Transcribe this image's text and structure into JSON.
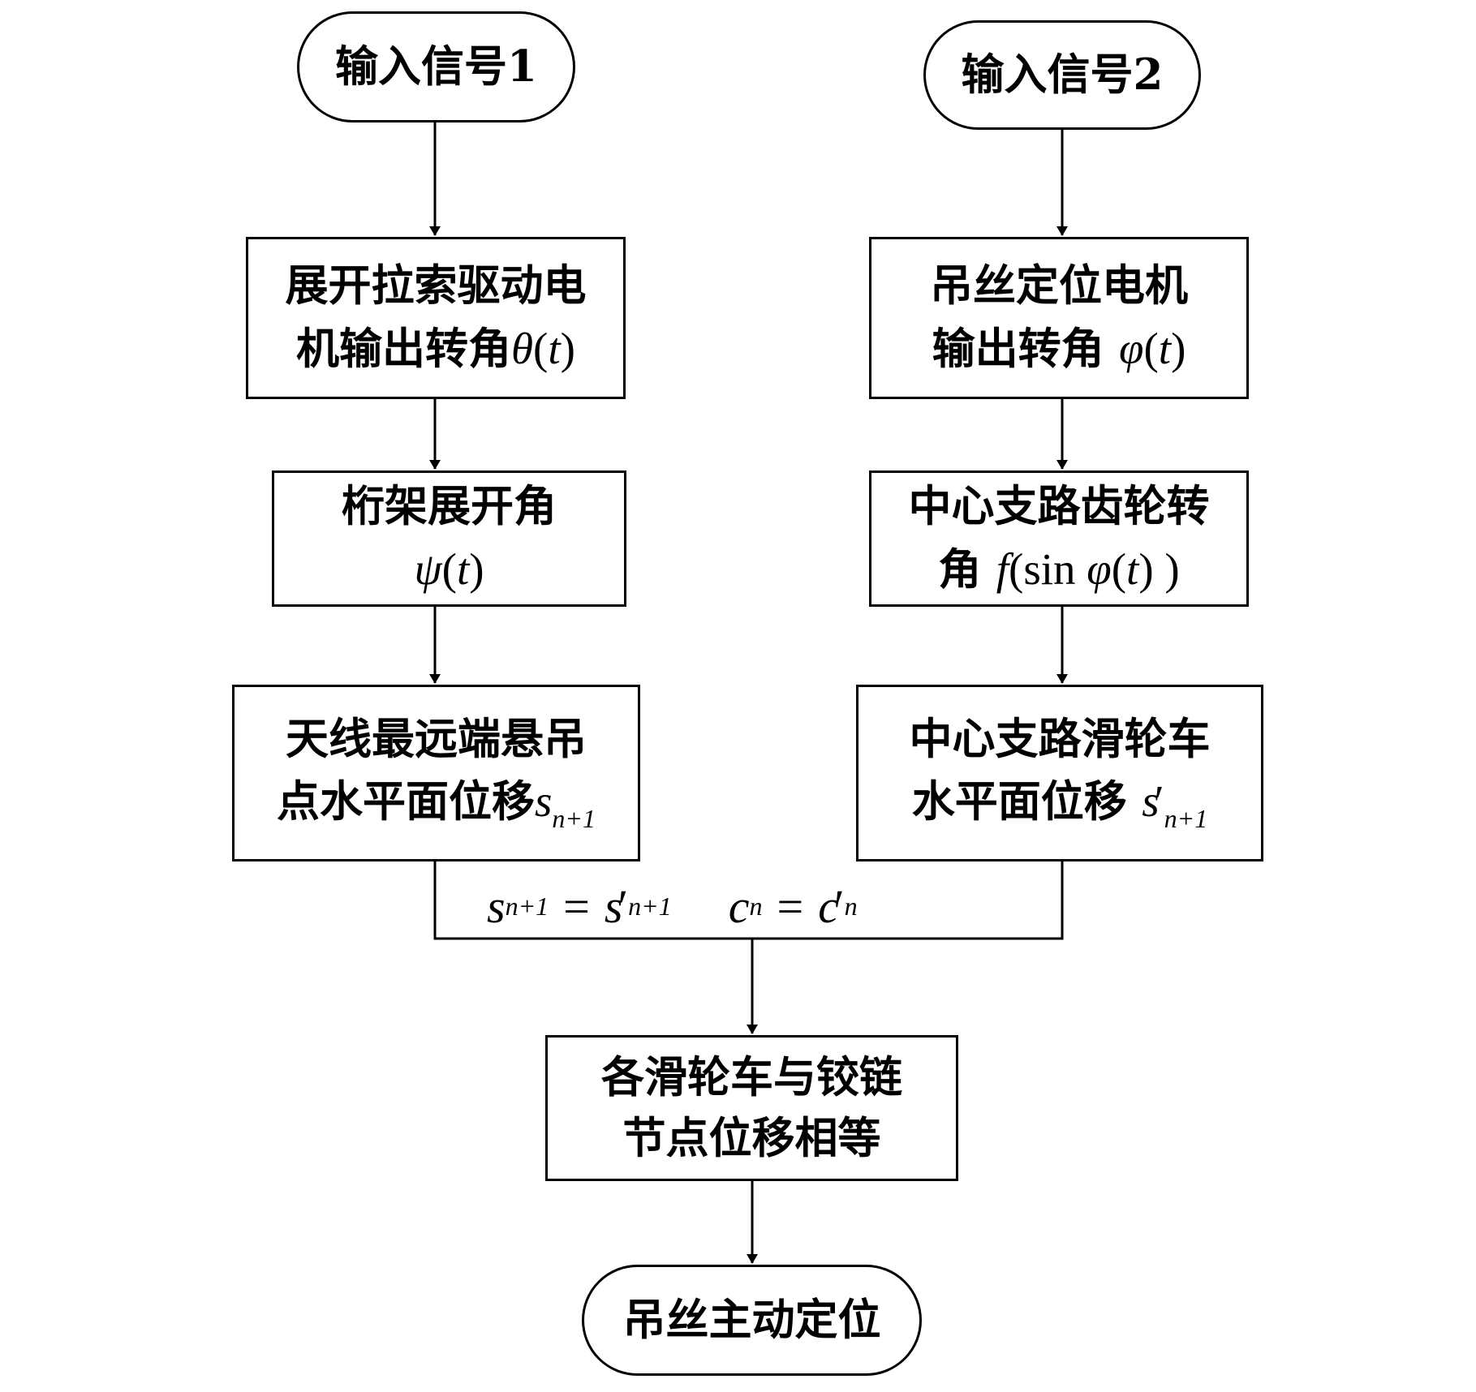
{
  "nodes": {
    "input1": {
      "text": "输入信号1"
    },
    "input2": {
      "text": "输入信号2"
    },
    "motor1": {
      "line1": "展开拉索驱动电",
      "line2": "机输出转角",
      "var": "θ",
      "arg": "t"
    },
    "motor2": {
      "line1": "吊丝定位电机",
      "line2": "输出转角",
      "var": "φ",
      "arg": "t"
    },
    "truss": {
      "line1": "桁架展开角",
      "var": "ψ",
      "arg": "t"
    },
    "gear": {
      "line1": "中心支路齿轮转",
      "line2": "角",
      "func": "f",
      "sin": "sin",
      "var": "φ",
      "arg": "t"
    },
    "far_point": {
      "line1": "天线最远端悬吊",
      "line2": "点水平面位移",
      "var": "s",
      "sub": "n+1"
    },
    "pulley": {
      "line1": "中心支路滑轮车",
      "line2": "水平面位移",
      "var": "s",
      "prime": "′",
      "sub": "n+1"
    },
    "equal": {
      "line1": "各滑轮车与铰链",
      "line2": "节点位移相等"
    },
    "final": {
      "text": "吊丝主动定位"
    }
  },
  "equation": {
    "left_var": "s",
    "left_sub": "n+1",
    "eq": "=",
    "right_var": "s",
    "right_prime": "′",
    "right_sub": "n+1",
    "c_var": "c",
    "c_sub": "n",
    "c_prime": "′"
  }
}
